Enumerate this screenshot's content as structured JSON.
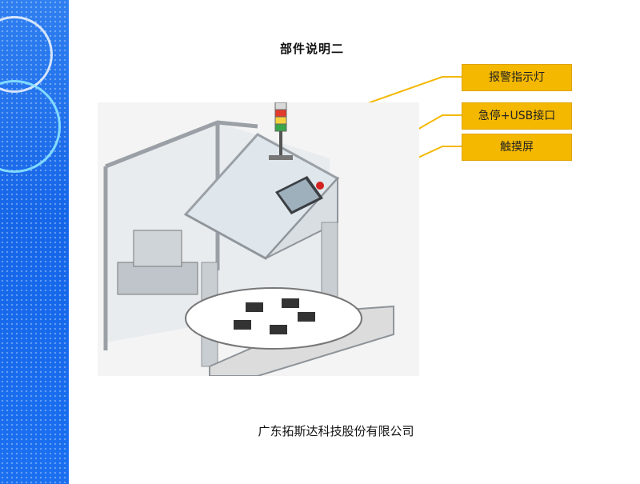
{
  "slide": {
    "title": "部件说明二",
    "callouts": [
      {
        "label": "报警指示灯"
      },
      {
        "label": "急停+USB接口"
      },
      {
        "label": "触摸屏"
      }
    ],
    "company": "广东拓斯达科技股份有限公司"
  },
  "colors": {
    "sidebar": "#1a6ff0",
    "callout": "#f4b800",
    "leader": "#f4b800"
  }
}
